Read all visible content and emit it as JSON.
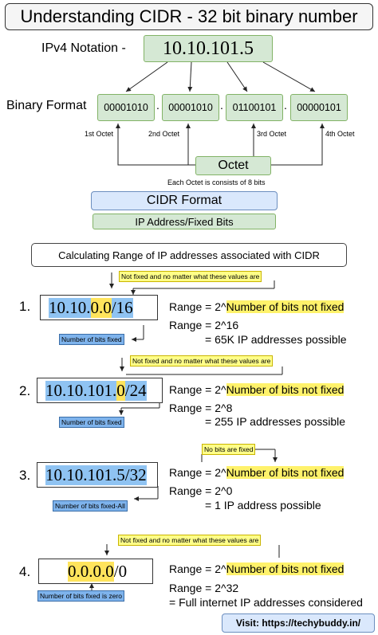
{
  "title": "Understanding CIDR - 32 bit binary number",
  "ipv4": {
    "label": "IPv4 Notation -",
    "value": "10.10.101.5"
  },
  "binary": {
    "label": "Binary Format",
    "octets": [
      "00001010",
      "00001010",
      "01100101",
      "00000101"
    ],
    "dot": ".",
    "octet_labels": [
      "1st Octet",
      "2nd Octet",
      "3rd Octet",
      "4th Octet"
    ]
  },
  "octet_box": {
    "label": "Octet",
    "note": "Each Octet is consists of 8 bits"
  },
  "cidr_format": {
    "label": "CIDR Format",
    "sub": "IP Address/Fixed Bits"
  },
  "calc_heading": "Calculating Range of IP addresses associated with CIDR",
  "examples": [
    {
      "num": "1.",
      "parts": [
        "10.10.",
        "0.0",
        "/16"
      ],
      "top_note": "Not fixed and no matter what these values are",
      "bottom_note": "Number of bits fixed",
      "range_line1_prefix": "Range = 2^",
      "range_line1_hl": "Number of bits not fixed",
      "range_line2": "Range = 2^16",
      "range_line3": "= 65K IP addresses possible"
    },
    {
      "num": "2.",
      "parts": [
        "10.10.101.",
        "0",
        "/24"
      ],
      "top_note": "Not fixed and no matter what these values are",
      "bottom_note": "Number of bits fixed",
      "range_line1_prefix": "Range = 2^",
      "range_line1_hl": "Number of bits not fixed",
      "range_line2": "Range = 2^8",
      "range_line3": "= 255 IP addresses possible"
    },
    {
      "num": "3.",
      "parts": [
        "10.10.101.5",
        "",
        "/32"
      ],
      "top_note": "No bits are fixed",
      "bottom_note": "Number of bits fixed-All",
      "range_line1_prefix": "Range = 2^",
      "range_line1_hl": "Number of bits not fixed",
      "range_line2": "Range = 2^0",
      "range_line3": "= 1 IP address possible"
    },
    {
      "num": "4.",
      "parts": [
        "",
        "0.0.0.0",
        "/0"
      ],
      "top_note": "Not fixed and no matter what these values are",
      "bottom_note": "Number of bits fixed is zero",
      "range_line1_prefix": "Range = 2^",
      "range_line1_hl": "Number of bits not fixed",
      "range_line2": "Range = 2^32",
      "range_line3": "= Full internet IP addresses considered"
    }
  ],
  "footer": "Visit: https://techybuddy.in/"
}
